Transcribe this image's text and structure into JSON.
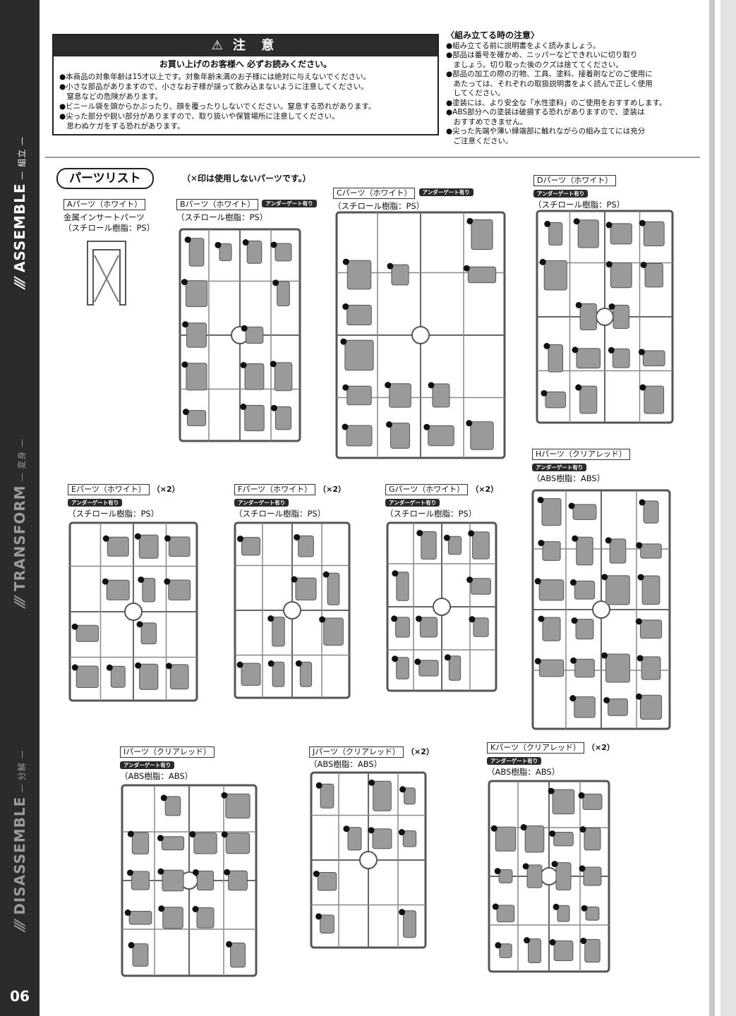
{
  "sidebar": {
    "sections": [
      {
        "main": "ASSEMBLE",
        "sub": "組立"
      },
      {
        "main": "TRANSFORM",
        "sub": "変身"
      },
      {
        "main": "DISASSEMBLE",
        "sub": "分解"
      }
    ],
    "page_number": "06"
  },
  "caution": {
    "title": "注 意",
    "lead": "お買い上げのお客様へ 必ずお読みください。",
    "items": [
      "●本商品の対象年齢は15才以上です。対象年齢未満のお子様には絶対に与えないでください。",
      "●小さな部品がありますので、小さなお子様が誤って飲み込まないように注意してください。",
      "　窒息などの危険があります。",
      "●ビニール袋を頭からかぶったり、顔を覆ったりしないでください。窒息する恐れがあります。",
      "●尖った部分や鋭い部分がありますので、取り扱いや保管場所に注意してください。",
      "　思わぬケガをする恐れがあります。"
    ]
  },
  "assembly_notes": {
    "title": "〈組み立てる時の注意〉",
    "items": [
      "●組み立てる前に説明書をよく読みましょう。",
      "●部品は番号を確かめ、ニッパーなどできれいに切り取り",
      "　ましょう。切り取った後のクズは捨ててください。",
      "●部品の加工の際の刃物、工具、塗料、接着剤などのご使用に",
      "　あたっては、それぞれの取扱説明書をよく読んで正しく使用",
      "　してください。",
      "●塗装には、より安全な「水性塗料」のご使用をおすすめします。",
      "●ABS部分への塗装は破損する恐れがありますので、塗装は",
      "　おすすめできません。",
      "●尖った先端や薄い縁端部に触れながらの組み立てには充分",
      "　ご注意ください。"
    ]
  },
  "parts_list": {
    "title": "パーツリスト",
    "note": "（✕印は使用しないパーツです。）",
    "under_gate": "アンダーゲート有り",
    "runners": [
      {
        "id": "A",
        "label": "Aパーツ（ホワイト）",
        "mult": "",
        "under_gate": false,
        "material": [
          "金属インサートパーツ",
          "（スチロール樹脂：PS）"
        ]
      },
      {
        "id": "B",
        "label": "Bパーツ（ホワイト）",
        "mult": "",
        "under_gate": true,
        "material": [
          "（スチロール樹脂：PS）"
        ]
      },
      {
        "id": "C",
        "label": "Cパーツ（ホワイト）",
        "mult": "",
        "under_gate": true,
        "material": [
          "（スチロール樹脂：PS）"
        ]
      },
      {
        "id": "D",
        "label": "Dパーツ（ホワイト）",
        "mult": "",
        "under_gate": true,
        "material": [
          "（スチロール樹脂：PS）"
        ]
      },
      {
        "id": "E",
        "label": "Eパーツ（ホワイト）",
        "mult": "（×2）",
        "under_gate": true,
        "material": [
          "（スチロール樹脂：PS）"
        ]
      },
      {
        "id": "F",
        "label": "Fパーツ（ホワイト）",
        "mult": "（×2）",
        "under_gate": true,
        "material": [
          "（スチロール樹脂：PS）"
        ]
      },
      {
        "id": "G",
        "label": "Gパーツ（ホワイト）",
        "mult": "（×2）",
        "under_gate": true,
        "material": [
          "（スチロール樹脂：PS）"
        ]
      },
      {
        "id": "H",
        "label": "Hパーツ（クリアレッド）",
        "mult": "",
        "under_gate": true,
        "material": [
          "（ABS樹脂：ABS）"
        ]
      },
      {
        "id": "I",
        "label": "Iパーツ（クリアレッド）",
        "mult": "",
        "under_gate": true,
        "material": [
          "（ABS樹脂：ABS）"
        ]
      },
      {
        "id": "J",
        "label": "Jパーツ（クリアレッド）",
        "mult": "（×2）",
        "under_gate": true,
        "material": [
          "（ABS樹脂：ABS）"
        ]
      },
      {
        "id": "K",
        "label": "Kパーツ（クリアレッド）",
        "mult": "（×2）",
        "under_gate": true,
        "material": [
          "（ABS樹脂：ABS）"
        ]
      }
    ]
  }
}
